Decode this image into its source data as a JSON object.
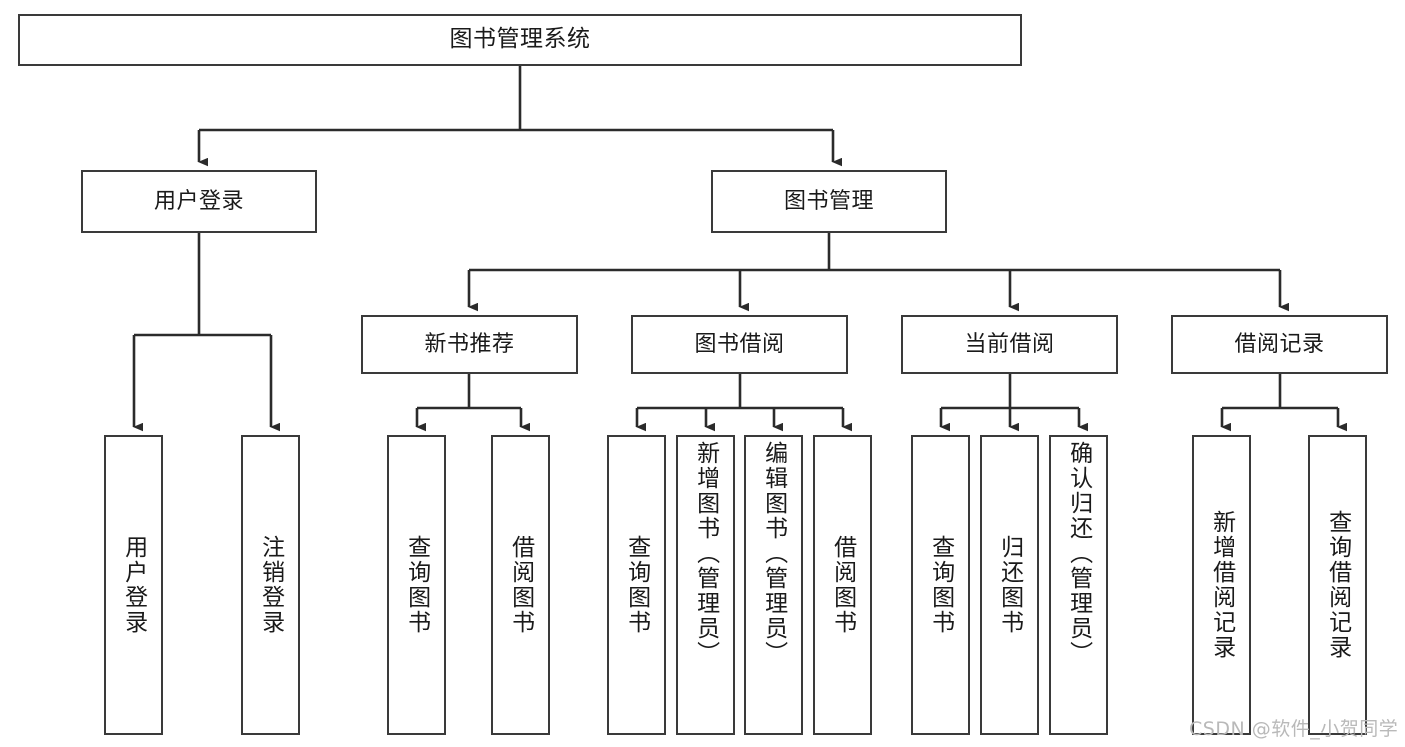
{
  "diagram": {
    "title": "图书管理系统",
    "type": "hierarchy-tree",
    "colors": {
      "box_border": "#3a3a3a",
      "box_fill": "#ffffff",
      "edge": "#2b2b2b",
      "text": "#1a1a1a",
      "watermark": "#b9b9b9",
      "background": "#ffffff"
    },
    "root": {
      "label": "图书管理系统"
    },
    "level2": [
      {
        "label": "用户登录"
      },
      {
        "label": "图书管理"
      }
    ],
    "level3": [
      {
        "label": "新书推荐"
      },
      {
        "label": "图书借阅"
      },
      {
        "label": "当前借阅"
      },
      {
        "label": "借阅记录"
      }
    ],
    "leaves": {
      "user_login": [
        {
          "label": "用户登录"
        },
        {
          "label": "注销登录"
        }
      ],
      "new_book_recommend": [
        {
          "label": "查询图书"
        },
        {
          "label": "借阅图书"
        }
      ],
      "book_borrow": [
        {
          "label": "查询图书"
        },
        {
          "label": "新增图书（管理员）"
        },
        {
          "label": "编辑图书（管理员）"
        },
        {
          "label": "借阅图书"
        }
      ],
      "current_borrow": [
        {
          "label": "查询图书"
        },
        {
          "label": "归还图书"
        },
        {
          "label": "确认归还（管理员）"
        }
      ],
      "borrow_record": [
        {
          "label": "新增借阅记录"
        },
        {
          "label": "查询借阅记录"
        }
      ]
    },
    "watermark": "CSDN @软件_小贺同学"
  }
}
